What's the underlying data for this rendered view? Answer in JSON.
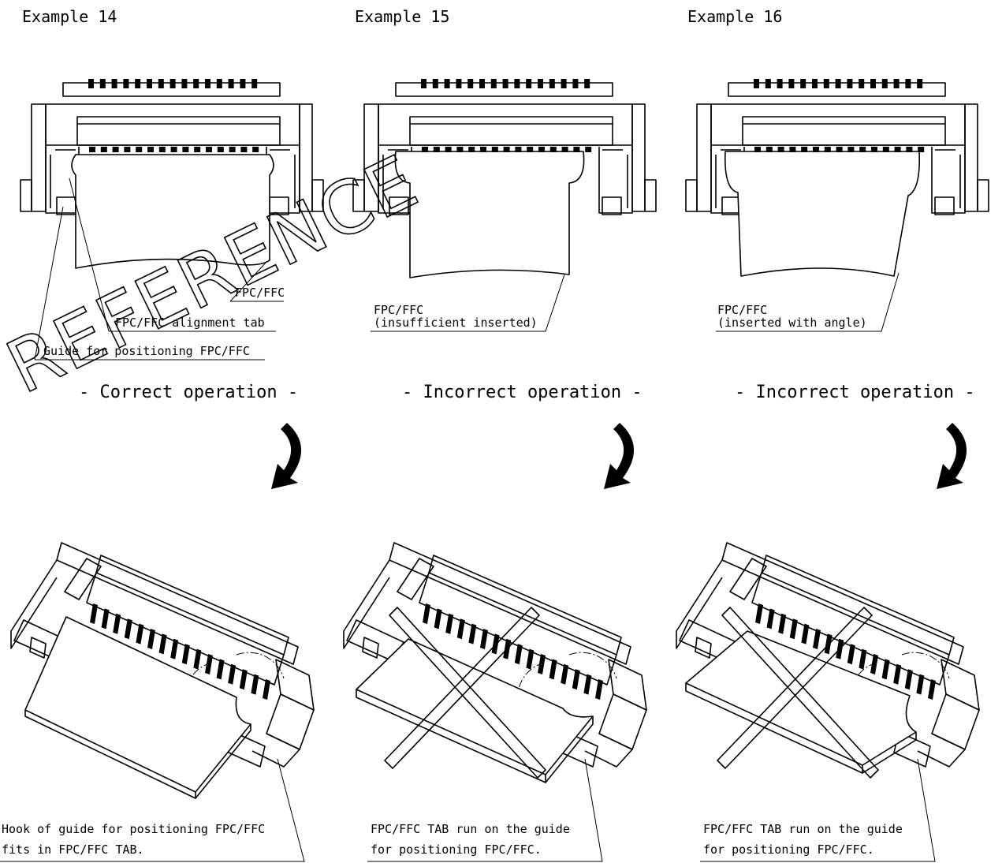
{
  "examples": [
    {
      "title": "Example 14",
      "result": "- Correct operation -",
      "callouts": [
        "FPC/FFC",
        "FPC/FFC alignment tab",
        "Guide for positioning FPC/FFC"
      ],
      "note_lines": [
        "Hook of guide for positioning FPC/FFC",
        "fits in FPC/FFC TAB."
      ],
      "crossed_out": false
    },
    {
      "title": "Example 15",
      "result": "- Incorrect operation -",
      "callouts": [
        "FPC/FFC",
        "(insufficient inserted)"
      ],
      "note_lines": [
        "FPC/FFC TAB run on the guide",
        "for positioning FPC/FFC."
      ],
      "crossed_out": true
    },
    {
      "title": "Example 16",
      "result": "- Incorrect operation -",
      "callouts": [
        "FPC/FFC",
        "(inserted with angle)"
      ],
      "note_lines": [
        "FPC/FFC TAB run on the guide",
        "for positioning FPC/FFC."
      ],
      "crossed_out": true
    }
  ],
  "watermark": "REFERENCE",
  "icons": {
    "flow_arrow": "curved-arrow-down-icon"
  }
}
